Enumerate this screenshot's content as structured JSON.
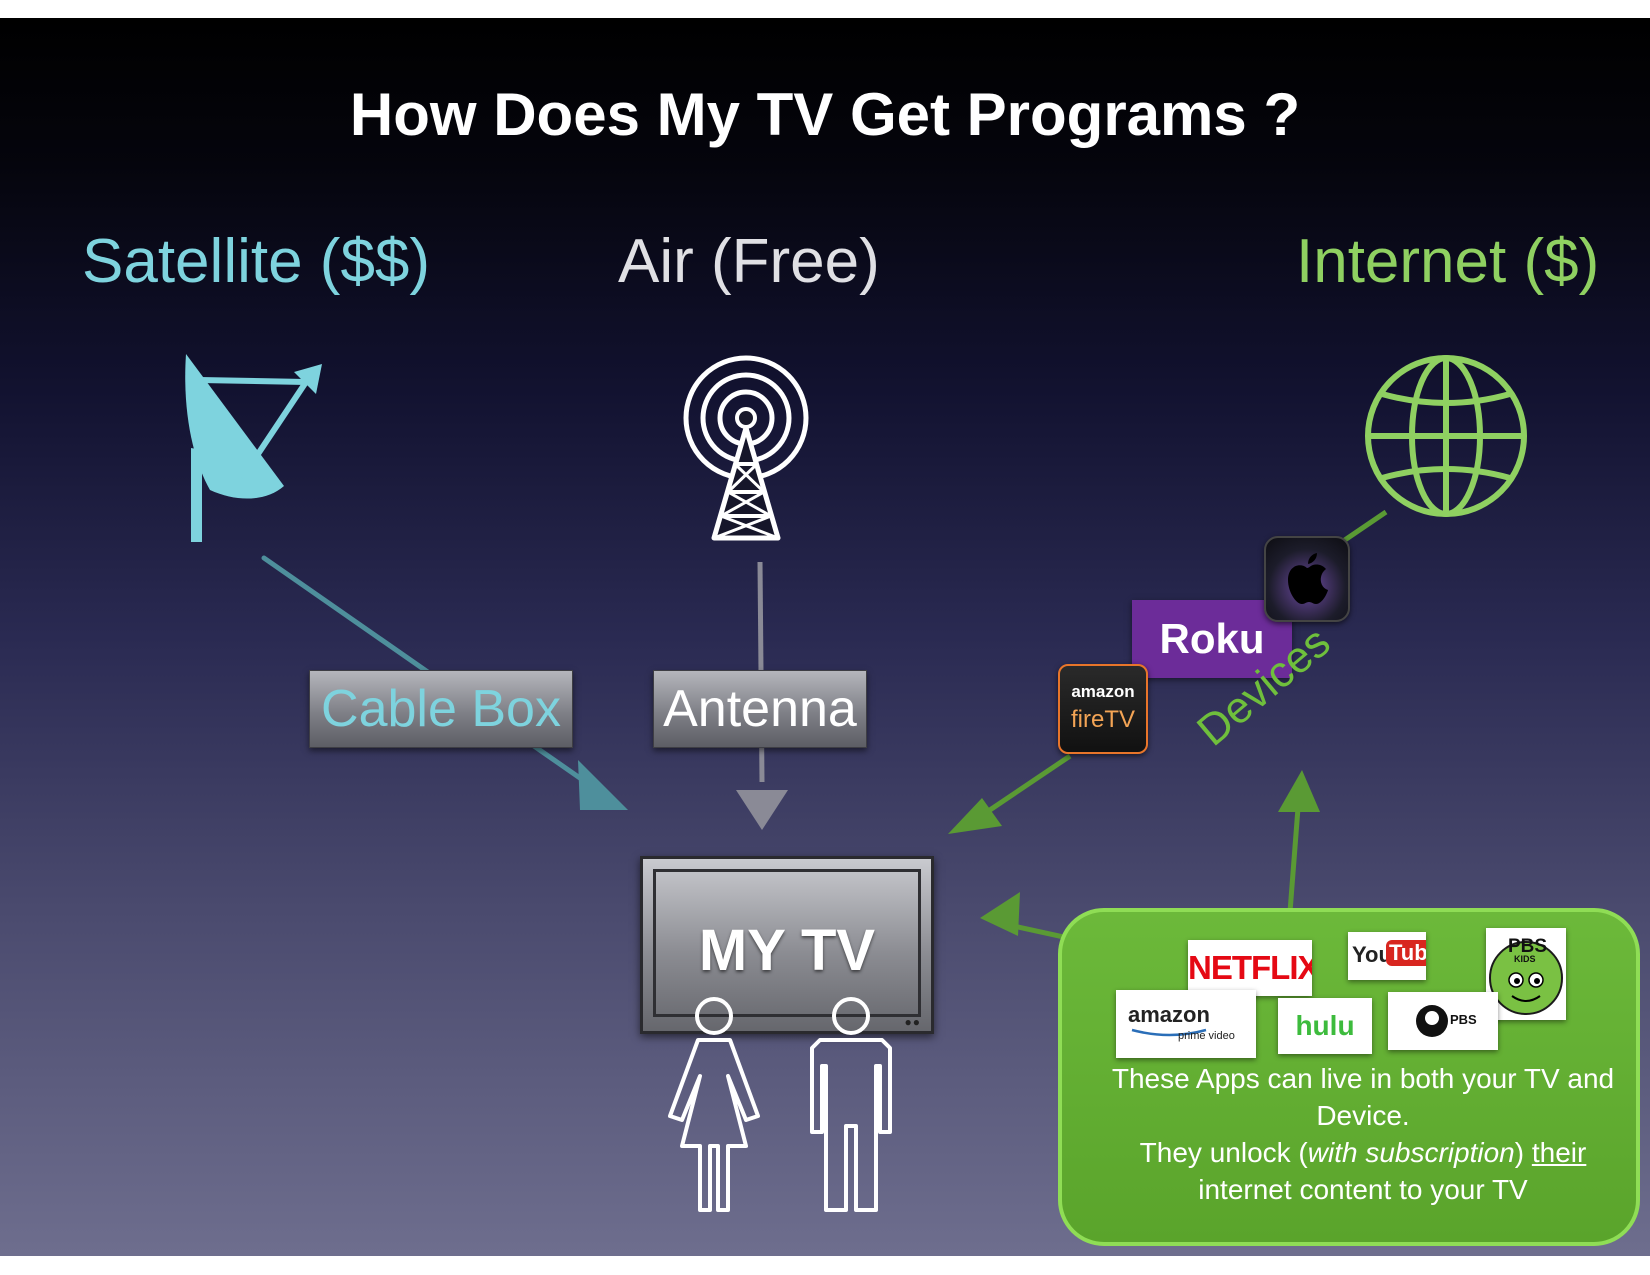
{
  "title": "How Does My TV Get Programs ?",
  "sources": {
    "satellite": "Satellite ($$)",
    "air": "Air (Free)",
    "internet": "Internet ($)"
  },
  "intermediaries": {
    "cable_box": "Cable Box",
    "antenna": "Antenna"
  },
  "tv_label": "MY TV",
  "devices_label": "Devices",
  "devices": {
    "roku": "Roku",
    "firetv_top": "amazon",
    "firetv_bottom": "fireTV"
  },
  "apps": {
    "netflix": "NETFLIX",
    "youtube_you": "You",
    "youtube_tube": "Tube",
    "pbs_kids_top": "PBS",
    "pbs_kids_bottom": "KIDS",
    "amazon_top": "amazon",
    "amazon_bottom": "prime video",
    "hulu": "hulu",
    "pbs": "PBS"
  },
  "apps_text": {
    "line1": "These Apps can live in both your TV and Device.",
    "line2_a": "They unlock (",
    "line2_italic": "with subscription",
    "line2_b": ") ",
    "line2_underline": "their",
    "line3": "internet content to your TV"
  },
  "colors": {
    "satellite": "#7ed3de",
    "air": "#e0e0e4",
    "internet": "#8fd061",
    "apps_panel": "#5aa42b",
    "roku": "#6c2c99",
    "netflix": "#e50914"
  },
  "icons": [
    "satellite-dish-icon",
    "broadcast-tower-icon",
    "globe-icon",
    "apple-tv-icon",
    "woman-icon",
    "man-icon"
  ]
}
